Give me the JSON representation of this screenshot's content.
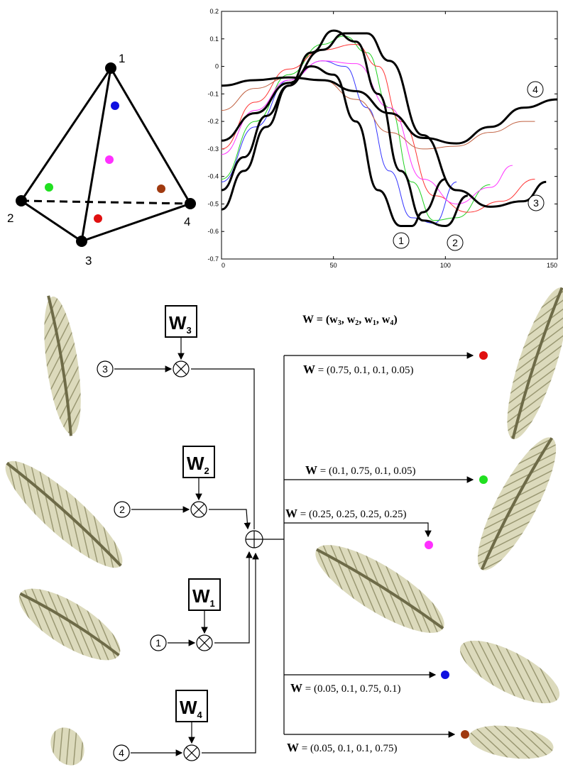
{
  "tetrahedron": {
    "vertices": [
      {
        "label": "1"
      },
      {
        "label": "2"
      },
      {
        "label": "3"
      },
      {
        "label": "4"
      }
    ],
    "blend_points": [
      {
        "name": "blend-point-blue",
        "color": "#1010e0"
      },
      {
        "name": "blend-point-magenta",
        "color": "#ff30ff"
      },
      {
        "name": "blend-point-green",
        "color": "#20e020"
      },
      {
        "name": "blend-point-brown",
        "color": "#a03a10"
      },
      {
        "name": "blend-point-red",
        "color": "#e01010"
      }
    ]
  },
  "chart_data": {
    "type": "line",
    "xlim": [
      0,
      150
    ],
    "ylim": [
      -0.7,
      0.2
    ],
    "x_ticks": [
      "0",
      "50",
      "100",
      "150"
    ],
    "y_ticks": [
      "0.2",
      "0.1",
      "0",
      "-0.1",
      "-0.2",
      "-0.3",
      "-0.4",
      "-0.5",
      "-0.6",
      "-0.7"
    ],
    "grid": false,
    "series": [
      {
        "id": "curve-4",
        "label": "4",
        "color": "#000000",
        "bold": true,
        "x": [
          0,
          15,
          30,
          45,
          60,
          75,
          90,
          105,
          120,
          135,
          150
        ],
        "y": [
          -0.07,
          -0.05,
          -0.04,
          -0.05,
          -0.09,
          -0.17,
          -0.26,
          -0.28,
          -0.22,
          -0.15,
          -0.12
        ]
      },
      {
        "id": "curve-1",
        "label": "1",
        "color": "#000000",
        "bold": true,
        "x": [
          0,
          10,
          20,
          30,
          40,
          50,
          60,
          70,
          80,
          85,
          90,
          100
        ],
        "y": [
          -0.45,
          -0.33,
          -0.18,
          -0.07,
          0.0,
          -0.03,
          -0.2,
          -0.45,
          -0.58,
          -0.58,
          -0.53,
          -0.41
        ]
      },
      {
        "id": "curve-2",
        "label": "2",
        "color": "#000000",
        "bold": true,
        "x": [
          0,
          10,
          20,
          30,
          40,
          50,
          60,
          70,
          80,
          90,
          100,
          110
        ],
        "y": [
          -0.52,
          -0.38,
          -0.22,
          -0.07,
          0.05,
          0.13,
          0.09,
          -0.1,
          -0.38,
          -0.56,
          -0.58,
          -0.47
        ]
      },
      {
        "id": "curve-3",
        "label": "3",
        "color": "#000000",
        "bold": true,
        "x": [
          0,
          15,
          30,
          45,
          55,
          65,
          75,
          90,
          105,
          120,
          135,
          145
        ],
        "y": [
          -0.27,
          -0.17,
          -0.06,
          0.06,
          0.12,
          0.12,
          0.02,
          -0.25,
          -0.45,
          -0.51,
          -0.49,
          -0.42
        ]
      },
      {
        "id": "curve-blue",
        "label": "",
        "color": "#3333ff",
        "bold": false,
        "x": [
          0,
          15,
          30,
          45,
          55,
          65,
          75,
          85,
          95,
          105
        ],
        "y": [
          -0.42,
          -0.22,
          -0.05,
          0.02,
          0.0,
          -0.15,
          -0.38,
          -0.55,
          -0.57,
          -0.42
        ]
      },
      {
        "id": "curve-green",
        "label": "",
        "color": "#20d020",
        "bold": false,
        "x": [
          0,
          15,
          30,
          45,
          55,
          65,
          75,
          85,
          95,
          105,
          120
        ],
        "y": [
          -0.41,
          -0.2,
          -0.03,
          0.08,
          0.11,
          0.05,
          -0.15,
          -0.42,
          -0.56,
          -0.55,
          -0.43
        ]
      },
      {
        "id": "curve-red",
        "label": "",
        "color": "#ff3333",
        "bold": false,
        "x": [
          0,
          15,
          30,
          45,
          60,
          70,
          80,
          95,
          110,
          125,
          140
        ],
        "y": [
          -0.3,
          -0.13,
          -0.01,
          0.06,
          0.08,
          0.0,
          -0.2,
          -0.47,
          -0.53,
          -0.49,
          -0.41
        ]
      },
      {
        "id": "curve-magenta",
        "label": "",
        "color": "#ff33ff",
        "bold": false,
        "x": [
          0,
          15,
          30,
          45,
          60,
          75,
          90,
          105,
          120,
          130
        ],
        "y": [
          -0.32,
          -0.16,
          -0.05,
          0.02,
          0.01,
          -0.15,
          -0.41,
          -0.5,
          -0.44,
          -0.36
        ]
      },
      {
        "id": "curve-brown",
        "label": "",
        "color": "#c06040",
        "bold": false,
        "x": [
          0,
          15,
          30,
          45,
          60,
          75,
          90,
          105,
          120,
          135,
          140
        ],
        "y": [
          -0.16,
          -0.08,
          -0.04,
          -0.05,
          -0.12,
          -0.24,
          -0.3,
          -0.29,
          -0.24,
          -0.2,
          -0.2
        ]
      }
    ],
    "annotations": [
      "1",
      "2",
      "3",
      "4"
    ]
  },
  "diagram": {
    "inputs": [
      {
        "number": "3",
        "weight_main": "W",
        "weight_sub": "3"
      },
      {
        "number": "2",
        "weight_main": "W",
        "weight_sub": "2"
      },
      {
        "number": "1",
        "weight_main": "W",
        "weight_sub": "1"
      },
      {
        "number": "4",
        "weight_main": "W",
        "weight_sub": "4"
      }
    ],
    "header": {
      "prefix": "W",
      "eq": " = (",
      "parts": [
        {
          "main": "w",
          "sub": "3"
        },
        {
          "main": "w",
          "sub": "2"
        },
        {
          "main": "w",
          "sub": "1"
        },
        {
          "main": "w",
          "sub": "4"
        }
      ]
    },
    "outputs": [
      {
        "prefix": "W",
        "values": " = (0.75, 0.1, 0.1, 0.05)",
        "color": "#e01010"
      },
      {
        "prefix": "W",
        "values": " = (0.1, 0.75, 0.1, 0.05)",
        "color": "#20e020"
      },
      {
        "prefix": "W",
        "values": " = (0.25, 0.25, 0.25, 0.25)",
        "color": "#ff30ff"
      },
      {
        "prefix": "W",
        "values": " = (0.05, 0.1, 0.75, 0.1)",
        "color": "#1010e0"
      },
      {
        "prefix": "W",
        "values": " = (0.05, 0.1, 0.1, 0.75)",
        "color": "#a03a10"
      }
    ]
  }
}
